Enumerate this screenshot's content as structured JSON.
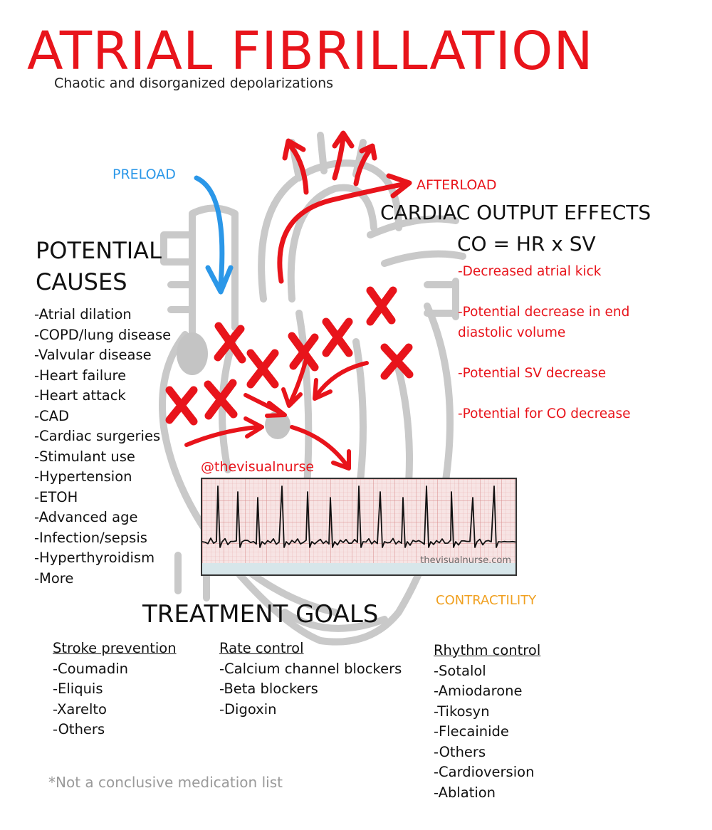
{
  "title": "ATRIAL FIBRILLATION",
  "subtitle": "Chaotic and disorganized depolarizations",
  "labels": {
    "preload": "PRELOAD",
    "afterload": "AFTERLOAD",
    "contractility": "CONTRACTILITY",
    "handle": "@thevisualnurse"
  },
  "cardiac_output": {
    "heading": "CARDIAC OUTPUT EFFECTS",
    "formula": "CO = HR x SV",
    "effects": [
      "-Decreased atrial kick",
      "",
      "-Potential decrease in end",
      "diastolic volume",
      "",
      "-Potential SV decrease",
      "",
      "-Potential for CO decrease"
    ]
  },
  "causes": {
    "heading_line1": "POTENTIAL",
    "heading_line2": "CAUSES",
    "items": [
      "-Atrial dilation",
      "-COPD/lung disease",
      "-Valvular disease",
      "-Heart failure",
      "-Heart attack",
      "-CAD",
      "-Cardiac surgeries",
      "-Stimulant use",
      "-Hypertension",
      "-ETOH",
      "-Advanced age",
      "-Infection/sepsis",
      "-Hyperthyroidism",
      "-More"
    ]
  },
  "ecg": {
    "watermark": "thevisualnurse.com"
  },
  "treatment": {
    "heading": "TREATMENT GOALS",
    "columns": [
      {
        "header": "Stroke prevention",
        "items": [
          "-Coumadin",
          "-Eliquis",
          "-Xarelto",
          "-Others"
        ]
      },
      {
        "header": "Rate control",
        "items": [
          "-Calcium channel blockers",
          "-Beta blockers",
          "-Digoxin"
        ]
      },
      {
        "header": "Rhythm control",
        "items": [
          "-Sotalol",
          "-Amiodarone",
          "-Tikosyn",
          "-Flecainide",
          "-Others",
          "-Cardioversion",
          "-Ablation"
        ]
      }
    ]
  },
  "footnote": "*Not a conclusive medication list",
  "colors": {
    "accent_red": "#e8141b",
    "preload_blue": "#2b97e8",
    "contractility_orange": "#f0a020",
    "heart_gray": "#c4c4c4"
  }
}
